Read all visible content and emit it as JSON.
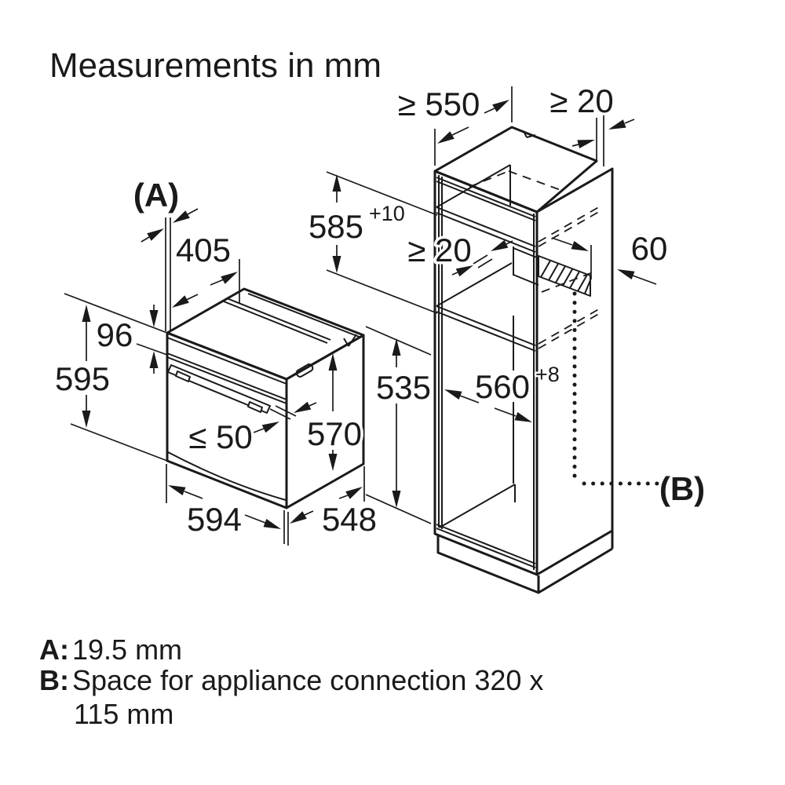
{
  "title": "Measurements in mm",
  "colors": {
    "ink": "#1a1a1a",
    "background": "#ffffff"
  },
  "oven": {
    "label": "(A)",
    "top_inset_depth": "405",
    "control_panel_height": "96",
    "height": "595",
    "handle_depth": "≤ 50",
    "body_height": "570",
    "rear_height": "535",
    "width": "594",
    "depth": "548"
  },
  "cabinet": {
    "worktop_depth": "≥ 550",
    "side_clearance": "≥ 20",
    "niche_height": "585",
    "niche_height_tolerance": "+10",
    "rear_clearance": "≥ 20",
    "connection_space_depth": "60",
    "niche_width": "560",
    "niche_width_tolerance": "+8",
    "label": "(B)"
  },
  "legend": {
    "a_key": "A:",
    "a_value": "19.5 mm",
    "b_key": "B:",
    "b_value_line1": "Space for appliance connection 320 x",
    "b_value_line2": "115 mm"
  }
}
